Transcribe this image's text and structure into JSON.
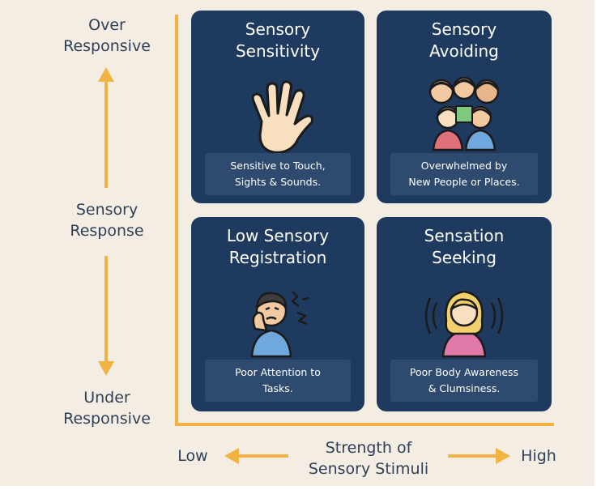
{
  "y_axis": {
    "top_label": [
      "Over",
      "Responsive"
    ],
    "middle_label": [
      "Sensory",
      "Response"
    ],
    "bottom_label": [
      "Under",
      "Responsive"
    ]
  },
  "x_axis": {
    "left_label": "Low",
    "middle_label": [
      "Strength of",
      "Sensory Stimuli"
    ],
    "right_label": "High"
  },
  "quadrants": {
    "top_left": {
      "title": [
        "Sensory",
        "Sensitivity"
      ],
      "icon": "open-hand-icon",
      "description": [
        "Sensitive to Touch,",
        "Sights & Sounds."
      ]
    },
    "top_right": {
      "title": [
        "Sensory",
        "Avoiding"
      ],
      "icon": "crowd-icon",
      "description": [
        "Overwhelmed by",
        "New People or Places."
      ]
    },
    "bottom_left": {
      "title": [
        "Low Sensory",
        "Registration"
      ],
      "icon": "confused-person-icon",
      "description": [
        "Poor Attention to",
        "Tasks."
      ]
    },
    "bottom_right": {
      "title": [
        "Sensation",
        "Seeking"
      ],
      "icon": "woman-with-sound-waves-icon",
      "description": [
        "Poor Body Awareness",
        "& Clumsiness."
      ]
    }
  },
  "colors": {
    "card": "#1e3a5f",
    "description_box": "#2e4a6e",
    "axis": "#f2b440",
    "background": "#f3ede3",
    "axis_text": "#2f3f57"
  }
}
